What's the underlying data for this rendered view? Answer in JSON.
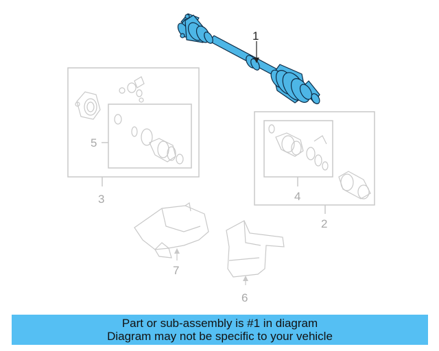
{
  "colors": {
    "highlight": "#4db6e6",
    "highlight_stroke": "#0d2a44",
    "ghost": "#c8c8c8",
    "callout_dark": "#222222",
    "callout_ghost": "#a8a8a8",
    "banner_bg": "#55bff3"
  },
  "callouts": {
    "part_1": "1",
    "part_2": "2",
    "part_3": "3",
    "part_4": "4",
    "part_5": "5",
    "part_6": "6",
    "part_7": "7"
  },
  "banner": {
    "line1": "Part or sub-assembly is #1 in diagram",
    "line2": "Diagram may not be specific to your vehicle"
  }
}
